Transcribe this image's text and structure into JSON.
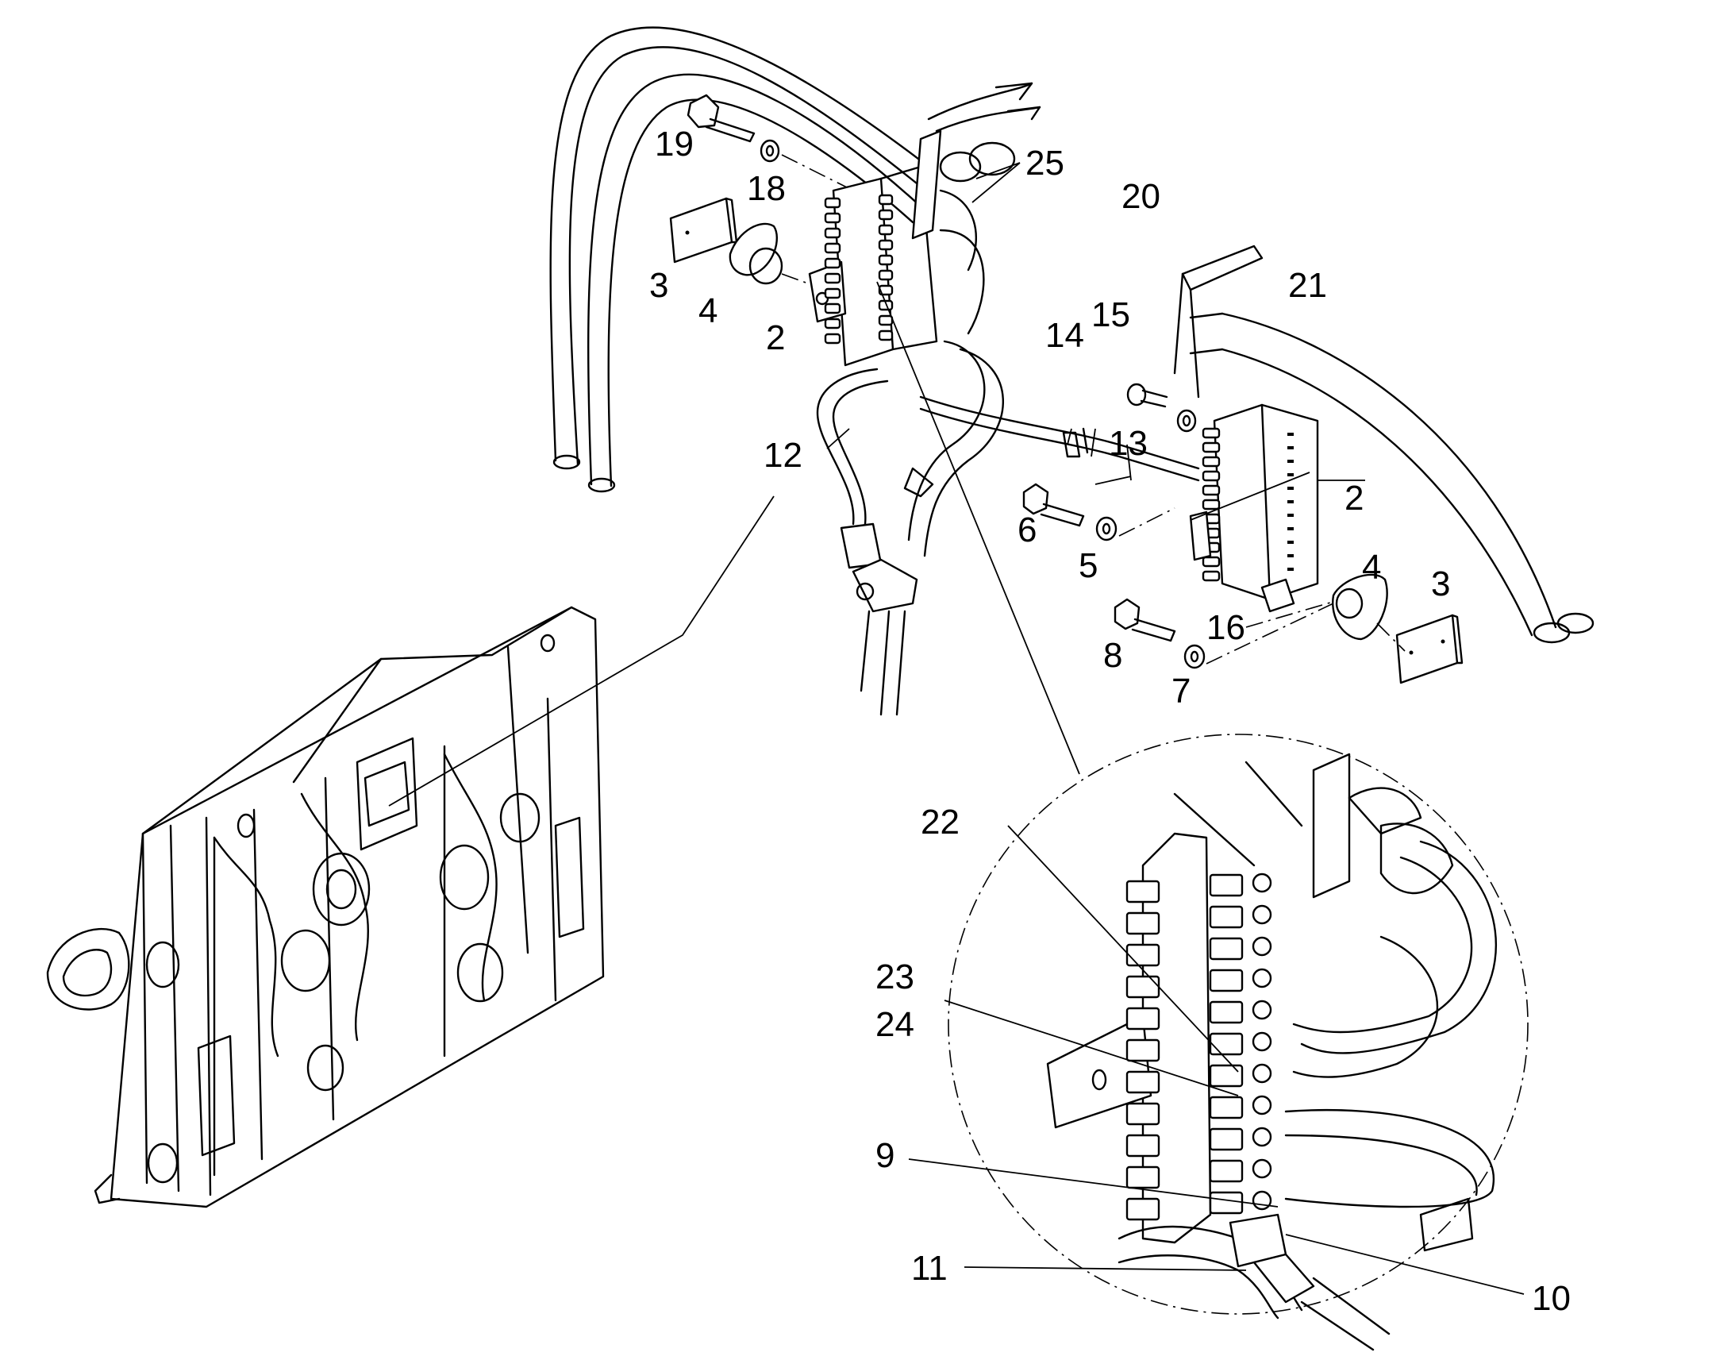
{
  "callouts": [
    {
      "id": "c19",
      "text": "19"
    },
    {
      "id": "c18",
      "text": "18"
    },
    {
      "id": "c25",
      "text": "25"
    },
    {
      "id": "c20",
      "text": "20"
    },
    {
      "id": "c21",
      "text": "21"
    },
    {
      "id": "c3a",
      "text": "3"
    },
    {
      "id": "c4a",
      "text": "4"
    },
    {
      "id": "c2a",
      "text": "2"
    },
    {
      "id": "c14",
      "text": "14"
    },
    {
      "id": "c15",
      "text": "15"
    },
    {
      "id": "c12",
      "text": "12"
    },
    {
      "id": "c13",
      "text": "13"
    },
    {
      "id": "c2b",
      "text": "2"
    },
    {
      "id": "c6",
      "text": "6"
    },
    {
      "id": "c5",
      "text": "5"
    },
    {
      "id": "c4b",
      "text": "4"
    },
    {
      "id": "c3b",
      "text": "3"
    },
    {
      "id": "c16",
      "text": "16"
    },
    {
      "id": "c8",
      "text": "8"
    },
    {
      "id": "c7",
      "text": "7"
    },
    {
      "id": "c22",
      "text": "22"
    },
    {
      "id": "c23",
      "text": "23"
    },
    {
      "id": "c24",
      "text": "24"
    },
    {
      "id": "c9",
      "text": "9"
    },
    {
      "id": "c11",
      "text": "11"
    },
    {
      "id": "c10",
      "text": "10"
    }
  ],
  "colors": {
    "line": "#000000",
    "background": "#ffffff"
  }
}
